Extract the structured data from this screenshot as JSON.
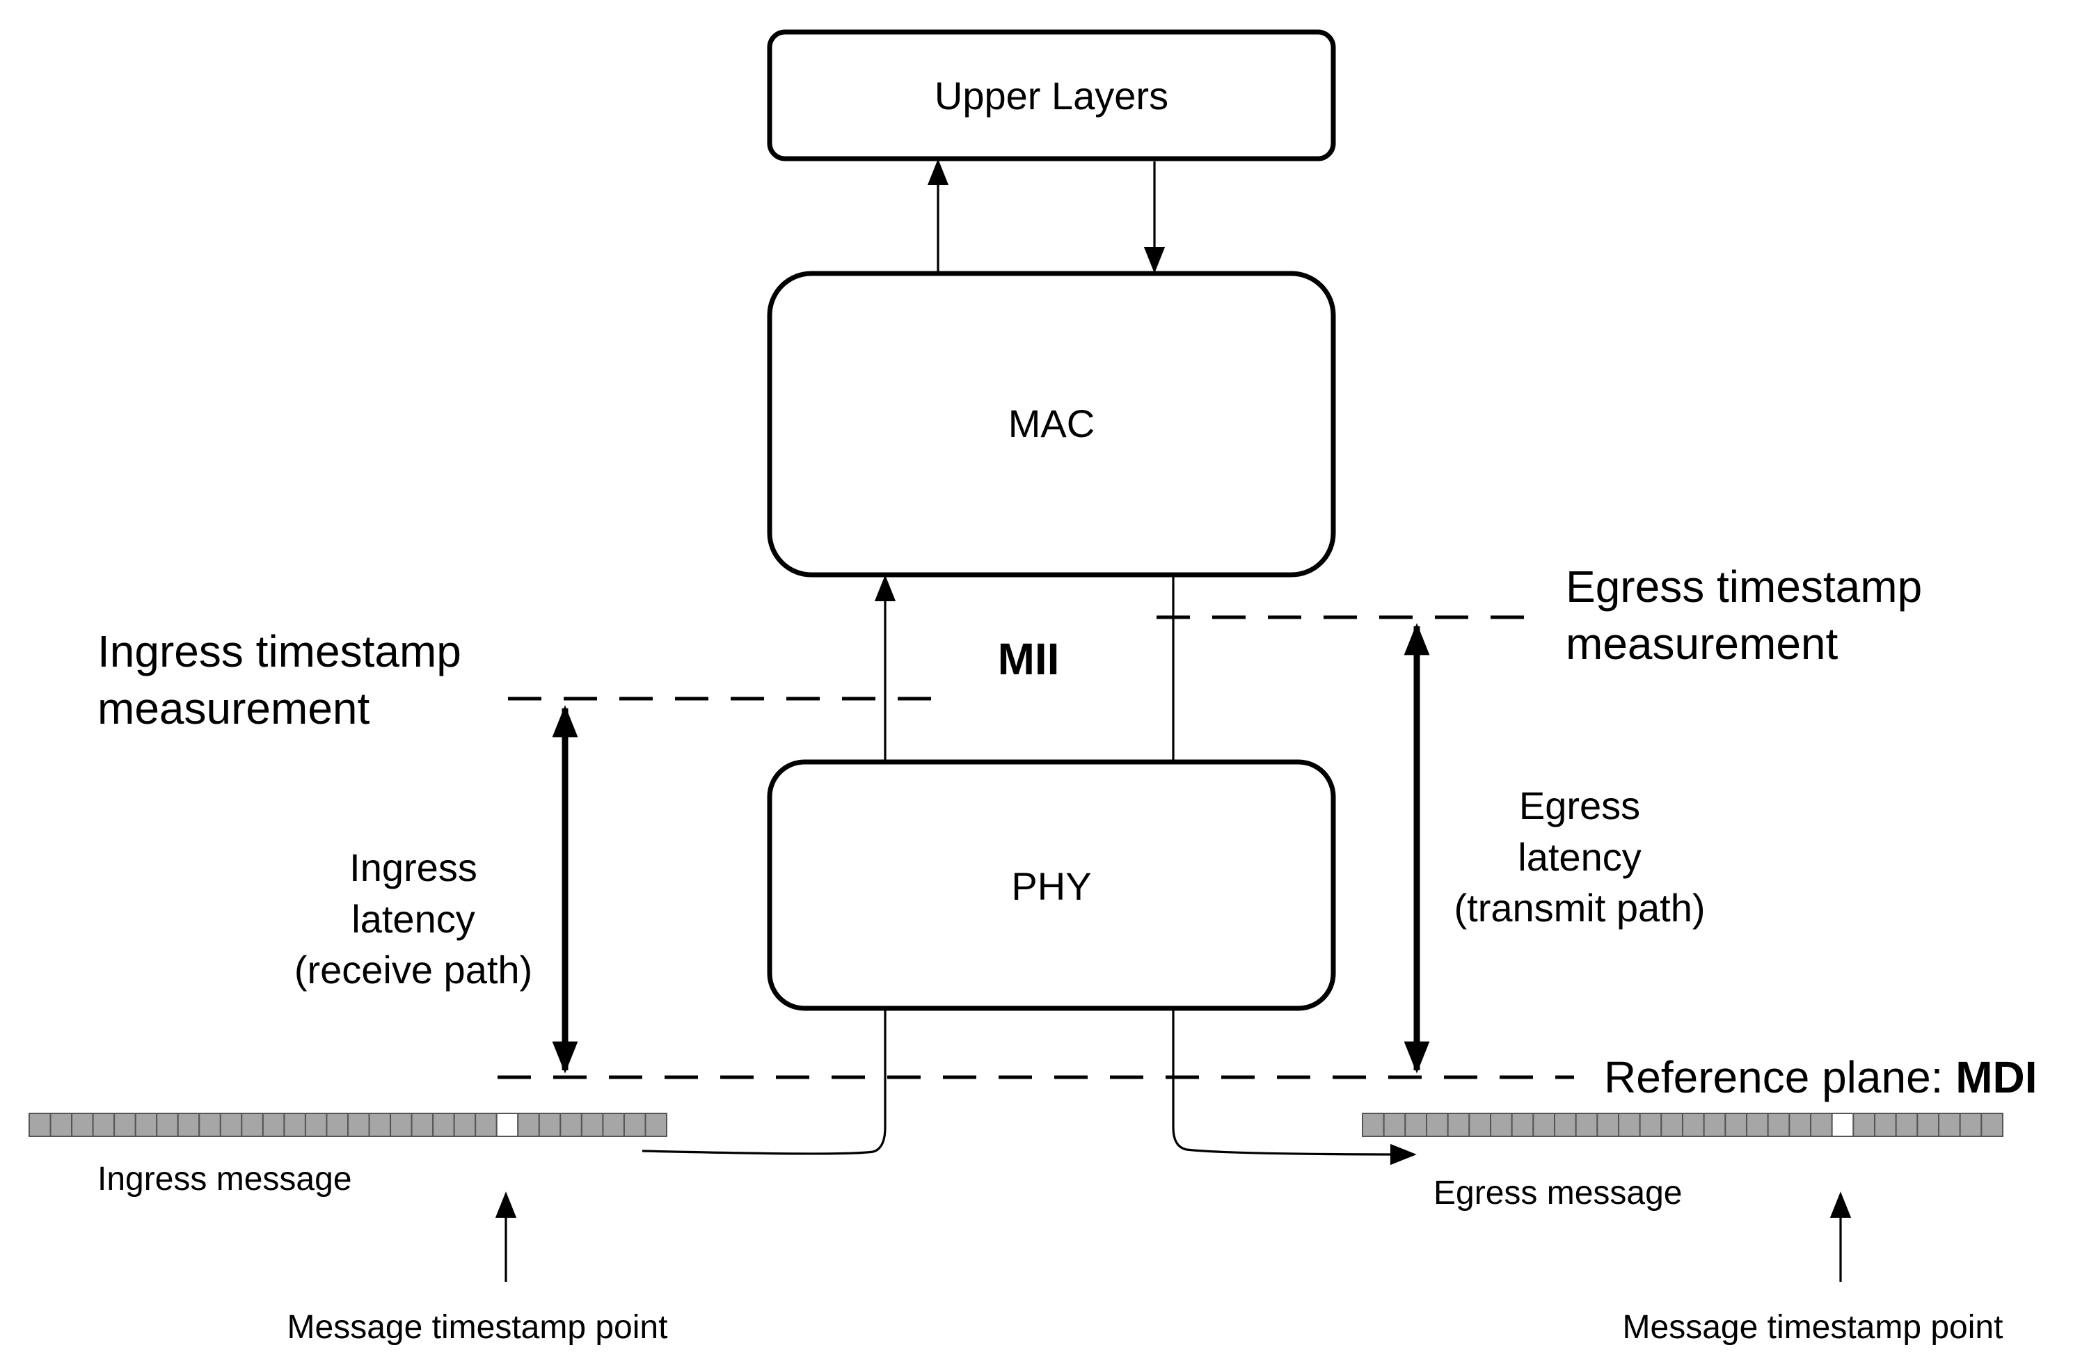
{
  "blocks": {
    "upper_layers": "Upper Layers",
    "mac": "MAC",
    "phy": "PHY"
  },
  "interface_label": "MII",
  "ingress": {
    "timestamp_line1": "Ingress timestamp",
    "timestamp_line2": "measurement",
    "latency_line1": "Ingress",
    "latency_line2": "latency",
    "latency_line3": "(receive path)",
    "message": "Ingress message",
    "timestamp_point": "Message timestamp point"
  },
  "egress": {
    "timestamp_line1": "Egress timestamp",
    "timestamp_line2": "measurement",
    "latency_line1": "Egress",
    "latency_line2": "latency",
    "latency_line3": "(transmit path)",
    "message": "Egress message",
    "timestamp_point": "Message timestamp point"
  },
  "reference_plane": {
    "prefix": "Reference plane: ",
    "name": "MDI"
  },
  "message_bar": {
    "cell_count": 30,
    "marked_index": 22
  },
  "colors": {
    "stroke": "#000000",
    "cell_fill": "#a6a6a6",
    "marked_cell_fill": "#ffffff"
  }
}
